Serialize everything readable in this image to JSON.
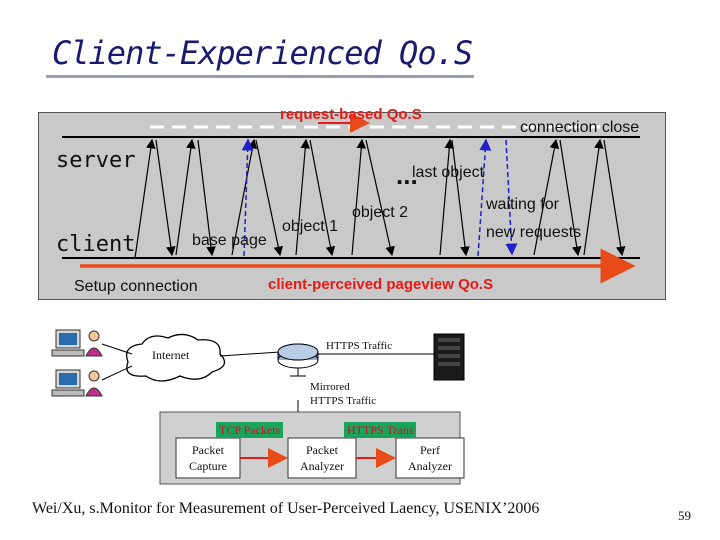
{
  "slide": {
    "title": "Client-Experienced Qo.S",
    "page_number": "59",
    "citation": "Wei/Xu, s.Monitor for  Measurement of User-Perceived  Laency, USENIX’2006"
  },
  "timeline": {
    "server_label": "server",
    "client_label": "client",
    "request_qos": "request-based Qo.S",
    "connection_close": "connection close",
    "last_object": "last object",
    "ellipsis": "...",
    "waiting_line1": "waiting for",
    "waiting_line2": "new requests",
    "object_2": "object 2",
    "object_1": "object 1",
    "base_page": "base page",
    "setup_connection": "Setup connection",
    "pageview_qos": "client-perceived pageview Qo.S"
  },
  "network": {
    "internet": "Internet",
    "https_traffic": "HTTPS Traffic",
    "mirrored_line1": "Mirrored",
    "mirrored_line2": "HTTPS Traffic"
  },
  "pipeline": {
    "tcp_packets": "TCP Packets",
    "https_trans": "HTTPS Trans",
    "capture_line1": "Packet",
    "capture_line2": "Capture",
    "analyzer_line1": "Packet",
    "analyzer_line2": "Analyzer",
    "perf_line1": "Perf",
    "perf_line2": "Analyzer"
  },
  "colors": {
    "title": "#1a1a6e",
    "accent_red": "#e41b17",
    "arrow_blue": "#1f1fcc",
    "tag_green": "#1aa45a",
    "panel_gray": "#c9c9c9"
  },
  "icons": [
    "user-computer-icon",
    "cloud-icon",
    "router-icon",
    "server-tower-icon"
  ]
}
